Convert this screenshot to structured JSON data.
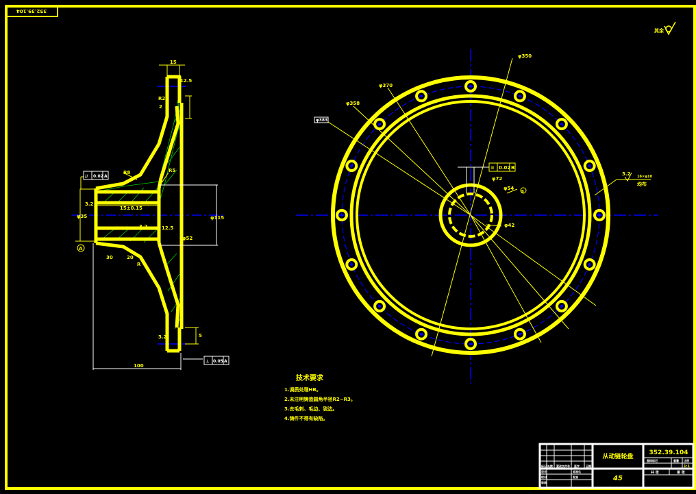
{
  "drawing_number_rotated": "352.39.104",
  "surface_finish_note": {
    "label": "其余",
    "symbol": "rough-machined"
  },
  "title_block": {
    "part_name": "从动链轮盘",
    "material": "45",
    "drawing_number": "352.39.104",
    "scale_labels": [
      "图样标记",
      "重量",
      "比例"
    ],
    "scale_value": "1:1",
    "sheet_labels": [
      "共 张",
      "第 张"
    ],
    "left_labels": [
      "标记",
      "处数",
      "更改文件号",
      "签字",
      "日期",
      "设计",
      "校对",
      "审核",
      "标准化",
      "批准"
    ]
  },
  "technical_requirements": {
    "title": "技术要求",
    "items": [
      "1.调质处理HB。",
      "2.未注明铸造圆角半径R2~R3。",
      "3.去毛刺、毛边、锐边。",
      "4.铸件不得有缺陷。"
    ]
  },
  "section_view": {
    "dims": [
      "15",
      "12.5",
      "R2",
      "2",
      "R8",
      "R5",
      "15±0.15",
      "3.2",
      "φ35",
      "φ115",
      "3.2",
      "12.5",
      "φ52",
      "30",
      "20",
      "R",
      "3.2",
      "5",
      "100"
    ],
    "tolerance_top": {
      "symbol": "//",
      "value": "0.02",
      "datum": "A"
    },
    "tolerance_bottom": {
      "symbol": "⊥",
      "value": "0.05",
      "datum": "A"
    },
    "datum": "A"
  },
  "front_view": {
    "callouts": [
      "φ383",
      "φ370",
      "φ358",
      "φ350",
      "φ72",
      "φ54",
      "φ42"
    ],
    "tolerance": {
      "symbol": "≡",
      "value": "0.02",
      "datum": "B"
    },
    "datum": "B",
    "finish": {
      "value": "3.2",
      "note": "16×φ10",
      "note2": "均布"
    },
    "bolt_hole_count": 16
  },
  "colors": {
    "line": "#ffff00",
    "center": "#0000ff",
    "dim": "#ffffff",
    "hatch": "#00cc00"
  }
}
